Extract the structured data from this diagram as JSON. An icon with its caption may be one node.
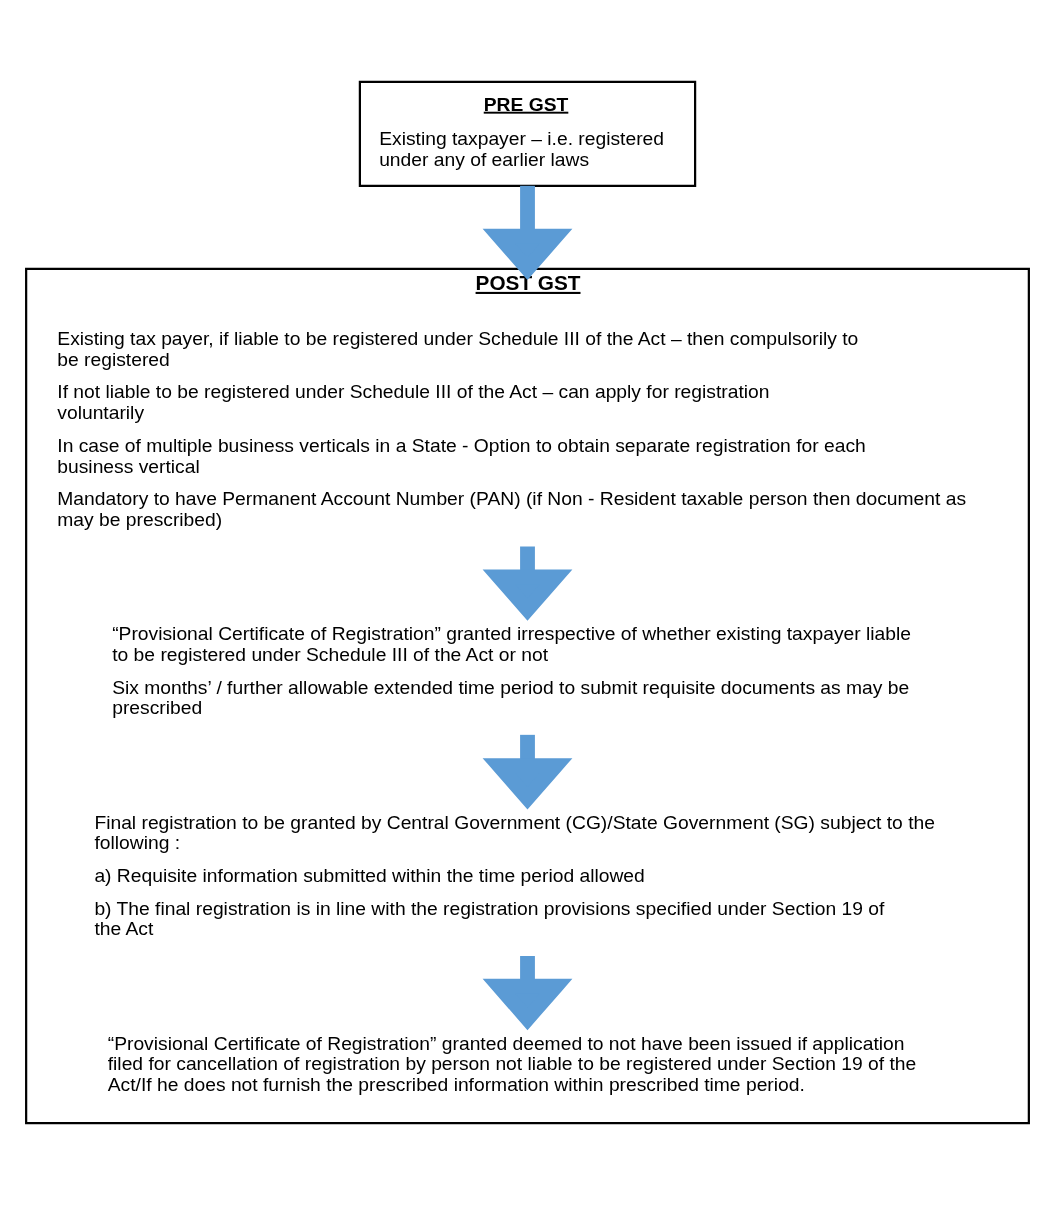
{
  "diagram": {
    "nodes": [
      {
        "text": [
          "PRE GST",
          "Existing taxpayer – i.e. registered under any of earlier laws"
        ]
      },
      {
        "text": [
          "POST GST"
        ]
      },
      {
        "text": [
          "Existing tax payer, if liable to be registered under Schedule III of the Act – then compulsorily to be registered",
          "If not liable to be registered under Schedule III of the Act – can apply for registration voluntarily",
          "In case of multiple business verticals in a State - Option to obtain separate registration for each business vertical",
          "Mandatory to have Permanent Account Number (PAN) (if Non - Resident taxable person then document as may be prescribed)"
        ],
        "in": 1
      },
      {
        "text": [
          "“Provisional Certificate of Registration” granted irrespective of whether existing taxpayer liable to be registered under Schedule III of the Act or not",
          "Six months’ / further allowable extended time period to submit requisite documents as may be prescribed"
        ],
        "in": 1
      },
      {
        "text": [
          "Final registration to be granted by Central Government (CG)/State Government (SG) subject to the following :",
          "a) Requisite information submitted within the time period allowed",
          "b) The final registration is in line with the registration provisions specified under Section 19 of the Act"
        ],
        "in": 1
      },
      {
        "text": [
          "“Provisional Certificate of Registration” granted deemed to not have been issued if application filed for cancellation of registration by person not liable to be registered under Section 19 of the Act/If he does not furnish the prescribed information within prescribed time period."
        ],
        "in": 1
      }
    ],
    "edges": [
      {
        "from": 0,
        "to": 1,
        "arrow": "to"
      },
      {
        "from": 2,
        "to": 3,
        "arrow": "to"
      },
      {
        "from": 3,
        "to": 4,
        "arrow": "to"
      },
      {
        "from": 4,
        "to": 5,
        "arrow": "to"
      }
    ]
  }
}
